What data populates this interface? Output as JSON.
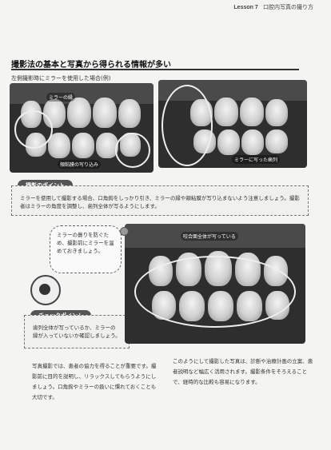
{
  "header": {
    "lesson": "Lesson 7",
    "section": "口腔内写真の撮り方"
  },
  "title": "撮影法の基本と写真から得られる情報が多い",
  "caption_top": "左側撮影時にミラーを使用した場合(例)",
  "photo_labels": {
    "photo1_a": "ミラーの縁",
    "photo1_b": "頬粘膜の写り込み",
    "photo2_a": "ミラーに写った歯列"
  },
  "section_point": "撮影のポイント",
  "point_text": "ミラーを使用して撮影する場合、口角鉤をしっかり引き、ミラーの縁や頬粘膜が写り込まないよう注意しましょう。撮影者はミラーの角度を調整し、歯列全体が写るようにします。",
  "bubble_text": "ミラーの曇りを防ぐため、撮影前にミラーを温めておきましょう。",
  "section_check": "チェックポイント",
  "check_text": "歯列全体が写っているか、ミラーの縁が入っていないか確認しましょう。",
  "photo3_label": "咬合面全体が写っている",
  "para_left": "写真撮影では、患者の協力を得ることが重要です。撮影前に目的を説明し、リラックスしてもらうようにしましょう。口角鉤やミラーの扱いに慣れておくことも大切です。",
  "para_right": "このようにして撮影した写真は、診断や治療計画の立案、患者説明など幅広く活用されます。撮影条件をそろえることで、経時的な比較も容易になります。"
}
